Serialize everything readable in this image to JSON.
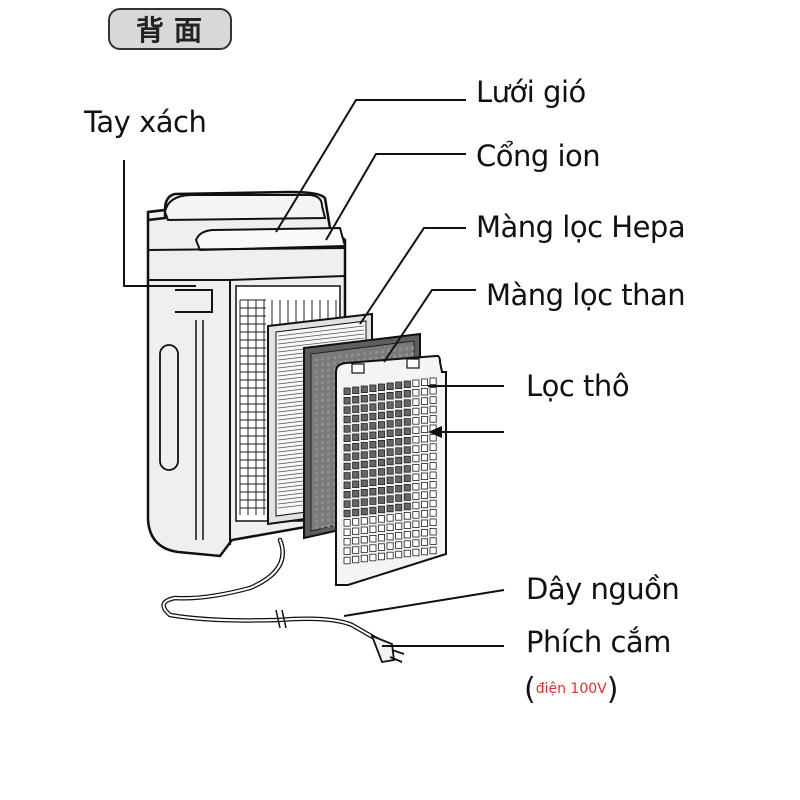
{
  "header": {
    "badge_text": "背面"
  },
  "labels": {
    "handle": "Tay xách",
    "air_grille": "Lưới gió",
    "ion_port": "Cổng ion",
    "hepa_filter": "Màng lọc Hepa",
    "carbon_filter": "Màng lọc than",
    "pre_filter": "Lọc thô",
    "power_cord": "Dây nguồn",
    "plug": "Phích cắm"
  },
  "plug_note": {
    "open": "(",
    "text": "điện 100V",
    "close": ")"
  },
  "colors": {
    "note_red": "#e0302f",
    "line": "#111111",
    "body_fill": "#eeeeee",
    "carbon_fill": "#6a6a6a"
  }
}
